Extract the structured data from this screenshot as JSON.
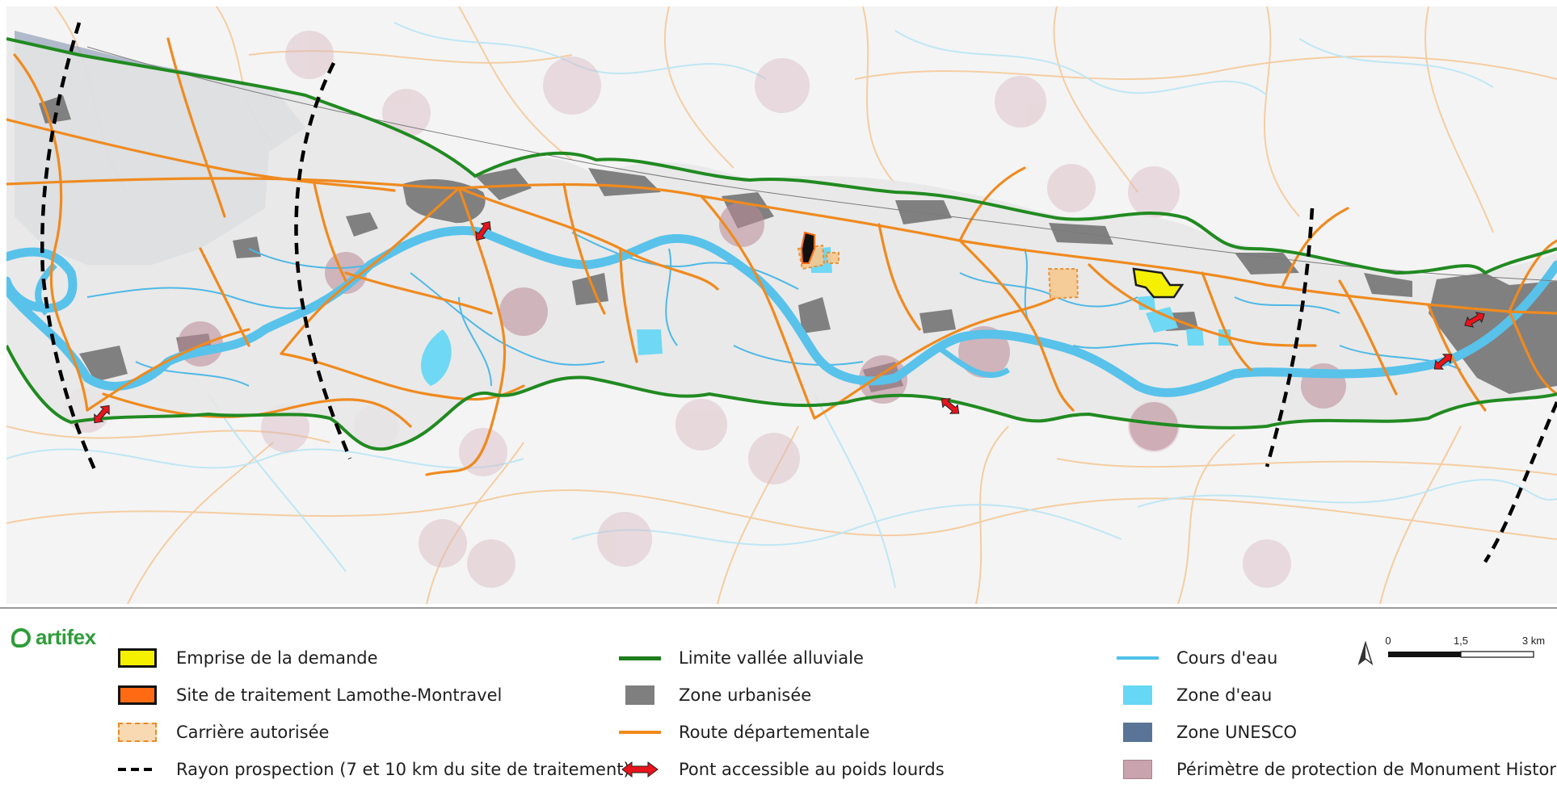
{
  "logo": {
    "text": "artifex"
  },
  "legend": {
    "items": [
      {
        "key": "emprise",
        "label": "Emprise de la demande",
        "symbol": "yellow-box-icon",
        "color": "#f5f000"
      },
      {
        "key": "site",
        "label": "Site de traitement Lamothe-Montravel",
        "symbol": "orange-box-icon",
        "color": "#ff6a13"
      },
      {
        "key": "carriere",
        "label": "Carrière autorisée",
        "symbol": "dashed-orange-box-icon",
        "color": "#f7c78f"
      },
      {
        "key": "rayon",
        "label": "Rayon prospection (7 et 10 km du site de traitement)",
        "symbol": "black-dashed-line-icon",
        "color": "#000000"
      },
      {
        "key": "limite",
        "label": "Limite vallée alluviale",
        "symbol": "green-line-icon",
        "color": "#1e7d1e"
      },
      {
        "key": "urbanisee",
        "label": "Zone urbanisée",
        "symbol": "gray-box-icon",
        "color": "#7f7f7f"
      },
      {
        "key": "route",
        "label": "Route départementale",
        "symbol": "orange-line-icon",
        "color": "#f08a1c"
      },
      {
        "key": "pont",
        "label": "Pont accessible au poids lourds",
        "symbol": "red-double-arrow-icon",
        "color": "#e8141b"
      },
      {
        "key": "cours",
        "label": "Cours d'eau",
        "symbol": "blue-line-icon",
        "color": "#4fc1ea"
      },
      {
        "key": "zoneeau",
        "label": "Zone d'eau",
        "symbol": "light-blue-box-icon",
        "color": "#66d7f4"
      },
      {
        "key": "unesco",
        "label": "Zone UNESCO",
        "symbol": "steel-blue-box-icon",
        "color": "#5a7497"
      },
      {
        "key": "mh",
        "label": "Périmètre de protection de Monument Historique",
        "symbol": "pink-box-icon",
        "color": "#c9a3ad"
      }
    ]
  },
  "scale": {
    "labels": [
      "0",
      "1,5",
      "3 km"
    ]
  },
  "north_arrow": {
    "icon": "north-arrow-icon"
  }
}
